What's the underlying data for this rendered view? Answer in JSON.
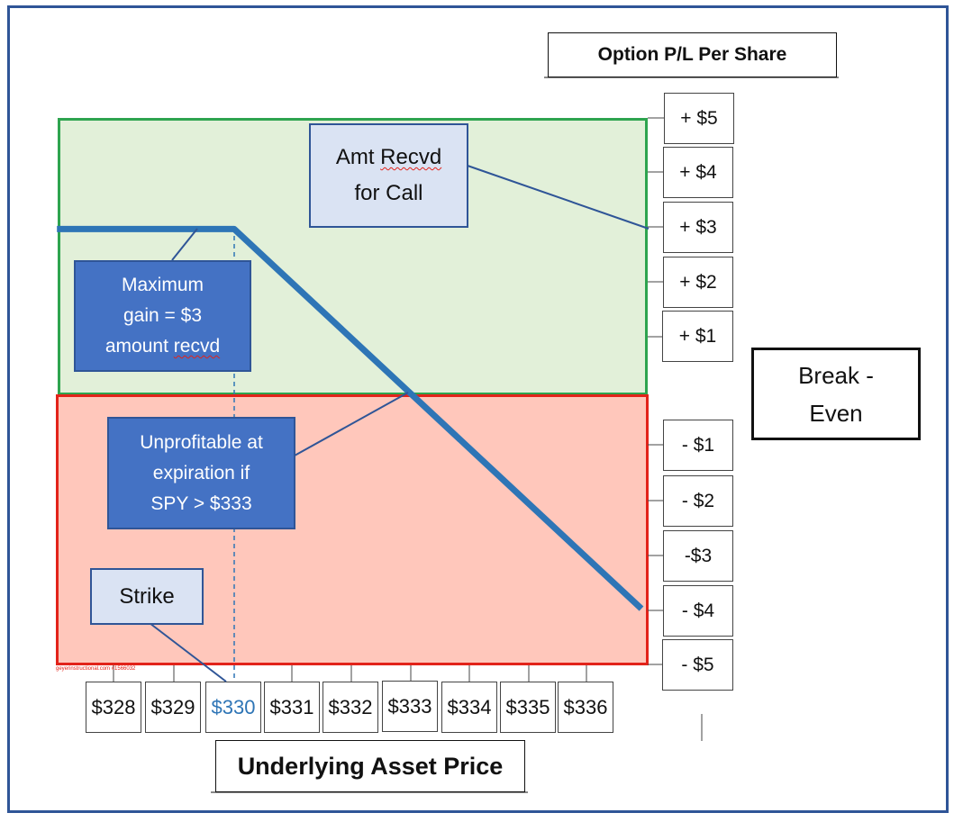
{
  "header": {
    "title": "Option P/L Per Share"
  },
  "y_axis": {
    "ticks": [
      "+ $5",
      "+ $4",
      "+ $3",
      "+ $2",
      "+ $1",
      "- $1",
      "- $2",
      "-$3",
      "- $4",
      "- $5"
    ]
  },
  "x_axis": {
    "label": "Underlying Asset Price",
    "ticks": [
      "$328",
      "$329",
      "$330",
      "$331",
      "$332",
      "$333",
      "$334",
      "$335",
      "$336"
    ],
    "highlight_color": "#2e75b6"
  },
  "callouts": {
    "amt_recvd_line1_a": "Amt ",
    "amt_recvd_line1_b": "Recvd",
    "amt_recvd_line2": "for Call",
    "max_gain_line1": "Maximum",
    "max_gain_line2": "gain = $3",
    "max_gain_line3_a": "amount ",
    "max_gain_line3_b": "recvd",
    "unprofitable_line1": "Unprofitable at",
    "unprofitable_line2": "expiration if",
    "unprofitable_line3": "SPY > $333",
    "strike": "Strike",
    "break_even_line1": "Break -",
    "break_even_line2": "Even"
  },
  "footer_text": "geyerinstructional.com #1566032",
  "colors": {
    "profit_fill": "#e2f0d9",
    "profit_border": "#2ea44f",
    "loss_fill": "#ffc7bb",
    "loss_border": "#e2231a",
    "payoff_line": "#2e75b6",
    "callout_dark": "#4472c4",
    "callout_light": "#dae3f3"
  },
  "chart_data": {
    "type": "line",
    "title": "Option P/L Per Share",
    "xlabel": "Underlying Asset Price",
    "ylabel": "",
    "categories": [
      "$328",
      "$329",
      "$330",
      "$331",
      "$332",
      "$333",
      "$334",
      "$335",
      "$336"
    ],
    "series": [
      {
        "name": "",
        "x": [
          327,
          330,
          337
        ],
        "y": [
          3,
          3,
          -4
        ]
      }
    ],
    "strike": 330,
    "break_even": 333,
    "max_gain": 3,
    "xlim": [
      327,
      337
    ],
    "ylim": [
      -5,
      5
    ],
    "regions": [
      {
        "label": "profit",
        "y_range": [
          0,
          5
        ]
      },
      {
        "label": "loss",
        "y_range": [
          -5,
          0
        ]
      }
    ]
  }
}
